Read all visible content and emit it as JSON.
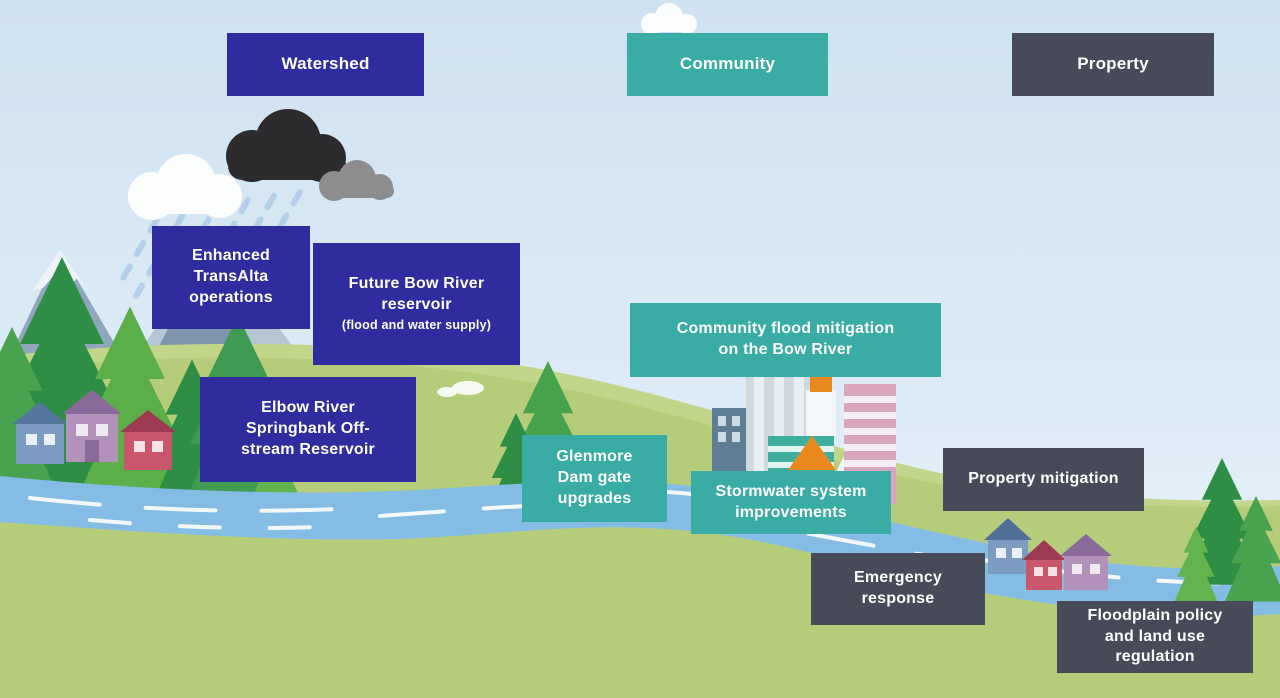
{
  "title": "Flood mitigation infographic",
  "categories": {
    "watershed": {
      "label": "Watershed",
      "color": "#2e2c9e"
    },
    "community": {
      "label": "Community",
      "color": "#38aca5"
    },
    "property": {
      "label": "Property",
      "color": "#474a58"
    }
  },
  "labels": [
    {
      "id": "enhanced-transalta-operations",
      "category": "watershed",
      "text": "Enhanced\nTransAlta\noperations"
    },
    {
      "id": "future-bow-river-reservoir",
      "category": "watershed",
      "text": "Future Bow River\nreservoir",
      "subtext": "(flood and water supply)"
    },
    {
      "id": "elbow-river-springbank-offstream-reservoir",
      "category": "watershed",
      "text": "Elbow River\nSpringbank Off-\nstream Reservoir"
    },
    {
      "id": "community-flood-mitigation-bow-river",
      "category": "community",
      "text": "Community flood mitigation\non the Bow River"
    },
    {
      "id": "glenmore-dam-gate-upgrades",
      "category": "community",
      "text": "Glenmore\nDam gate\nupgrades"
    },
    {
      "id": "stormwater-system-improvements",
      "category": "community",
      "text": "Stormwater system\nimprovements"
    },
    {
      "id": "property-mitigation",
      "category": "property",
      "text": "Property mitigation"
    },
    {
      "id": "emergency-response",
      "category": "property",
      "text": "Emergency\nresponse"
    },
    {
      "id": "floodplain-policy-land-use-regulation",
      "category": "property",
      "text": "Floodplain policy\nand land use\nregulation"
    }
  ],
  "scene": {
    "elements": [
      "sky",
      "rain-cloud",
      "white-cloud",
      "gray-cloud",
      "rain",
      "mountains",
      "pine-trees",
      "grass-hills",
      "river",
      "houses-left",
      "city-buildings",
      "houses-right"
    ]
  }
}
